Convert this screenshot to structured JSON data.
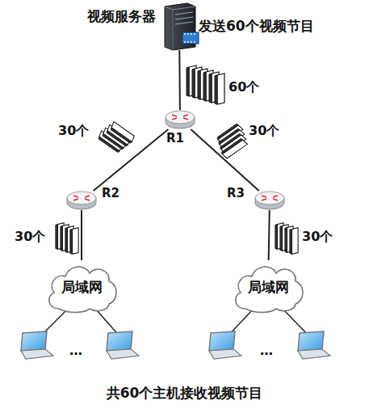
{
  "diagram": {
    "caption": "共60个主机接收视频节目",
    "nodes": [
      {
        "text": [
          "视频服务器"
        ]
      },
      {
        "text": [
          "R1"
        ]
      },
      {
        "text": [
          "R2"
        ]
      },
      {
        "text": [
          "R3"
        ]
      },
      {
        "text": [
          "局域网"
        ]
      },
      {
        "text": [
          "局域网"
        ]
      }
    ],
    "edges": [
      {
        "from": 0,
        "to": 1,
        "arrow": "none"
      },
      {
        "from": 1,
        "to": 2,
        "arrow": "none"
      },
      {
        "from": 1,
        "to": 3,
        "arrow": "none"
      },
      {
        "from": 2,
        "to": 4,
        "arrow": "none"
      },
      {
        "from": 3,
        "to": 5,
        "arrow": "none"
      }
    ],
    "labels": [
      "发送60个视频节目",
      "60个",
      "30个",
      "30个",
      "30个",
      "30个",
      "…",
      "…"
    ]
  }
}
